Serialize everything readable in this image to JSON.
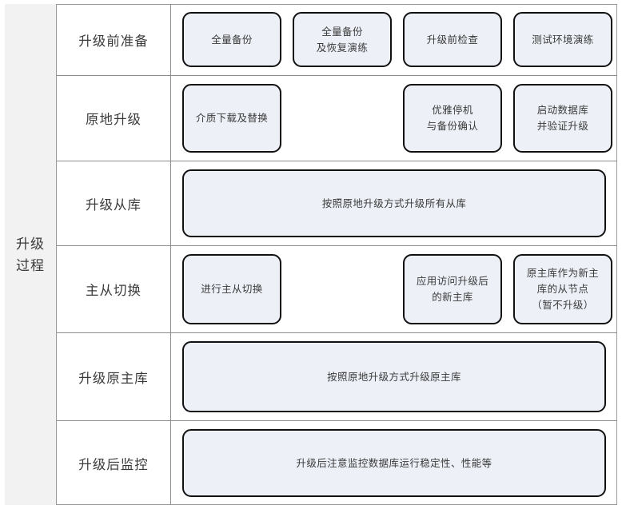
{
  "diagram": {
    "title_column": {
      "label": "升级\n过程",
      "background": "#f2f2f2"
    },
    "colors": {
      "box_fill": "#eef0f7",
      "box_border": "#111111",
      "grid_line": "#8c8c8c",
      "frame": "#9a9a9a",
      "text": "#3a3a3a"
    },
    "rows": [
      {
        "stage": "升级前准备",
        "layout": "four",
        "tasks": [
          "全量备份",
          "全量备份\n及恢复演练",
          "升级前检查",
          "测试环境演练"
        ]
      },
      {
        "stage": "原地升级",
        "layout": "gapped",
        "tasks": [
          "介质下载及替换",
          "",
          "优雅停机\n与备份确认",
          "启动数据库\n并验证升级"
        ]
      },
      {
        "stage": "升级从库",
        "layout": "full",
        "tasks": [
          "按照原地升级方式升级所有从库"
        ]
      },
      {
        "stage": "主从切换",
        "layout": "gapped",
        "tasks": [
          "进行主从切换",
          "",
          "应用访问升级后\n的新主库",
          "原主库作为新主\n库的从节点\n（暂不升级）"
        ]
      },
      {
        "stage": "升级原主库",
        "layout": "full",
        "tasks": [
          "按照原地升级方式升级原主库"
        ]
      },
      {
        "stage": "升级后监控",
        "layout": "full",
        "tasks": [
          "升级后注意监控数据库运行稳定性、性能等"
        ]
      }
    ]
  }
}
